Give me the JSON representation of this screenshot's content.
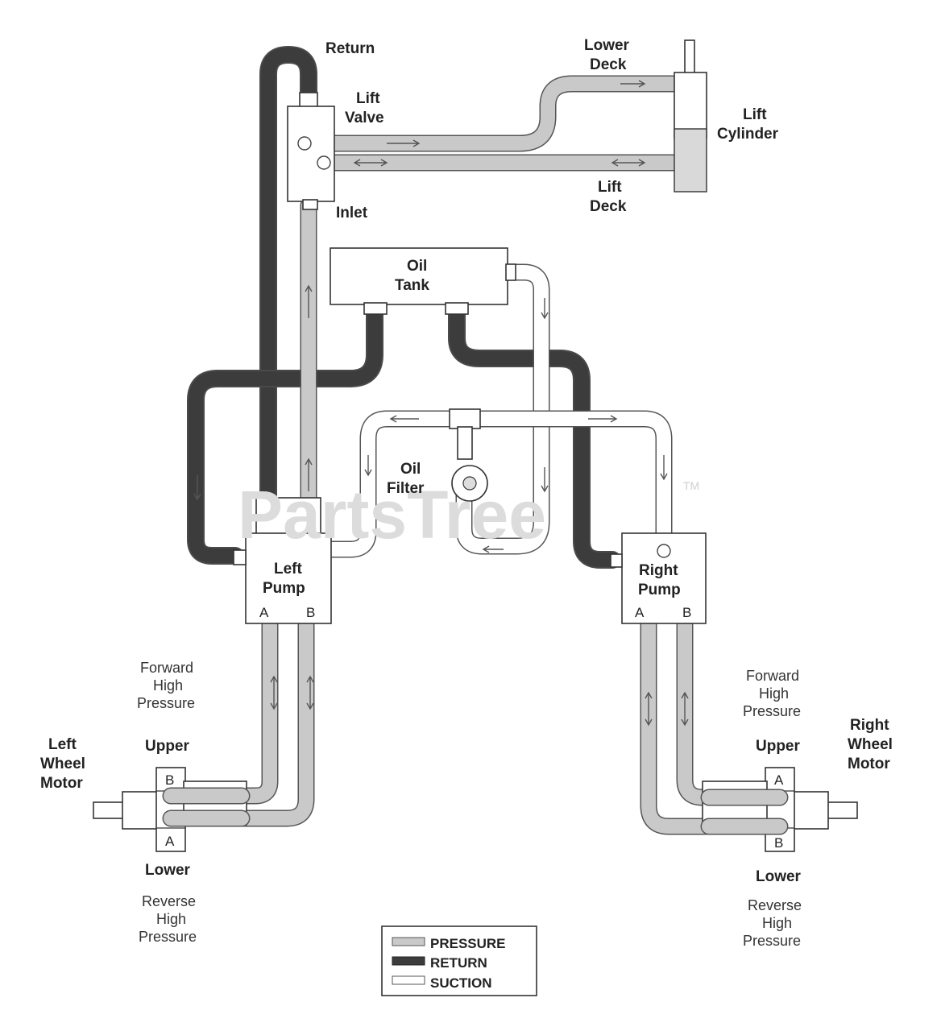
{
  "labels": {
    "return": "Return",
    "lift_valve": [
      "Lift",
      "Valve"
    ],
    "inlet": "Inlet",
    "lower_deck": [
      "Lower",
      "Deck"
    ],
    "lift_deck": [
      "Lift",
      "Deck"
    ],
    "lift_cylinder": [
      "Lift",
      "Cylinder"
    ],
    "oil_tank": [
      "Oil",
      "Tank"
    ],
    "oil_filter": [
      "Oil",
      "Filter"
    ],
    "left_pump": [
      "Left",
      "Pump"
    ],
    "right_pump": [
      "Right",
      "Pump"
    ],
    "port_a": "A",
    "port_b": "B",
    "forward_high_pressure": [
      "Forward",
      "High",
      "Pressure"
    ],
    "reverse_high_pressure": [
      "Reverse",
      "High",
      "Pressure"
    ],
    "upper": "Upper",
    "lower": "Lower",
    "left_wheel_motor": [
      "Left",
      "Wheel",
      "Motor"
    ],
    "right_wheel_motor": [
      "Right",
      "Wheel",
      "Motor"
    ]
  },
  "legend": {
    "pressure": "PRESSURE",
    "return": "RETURN",
    "suction": "SUCTION"
  },
  "watermark": {
    "text": "PartsTree",
    "tm": "TM"
  }
}
